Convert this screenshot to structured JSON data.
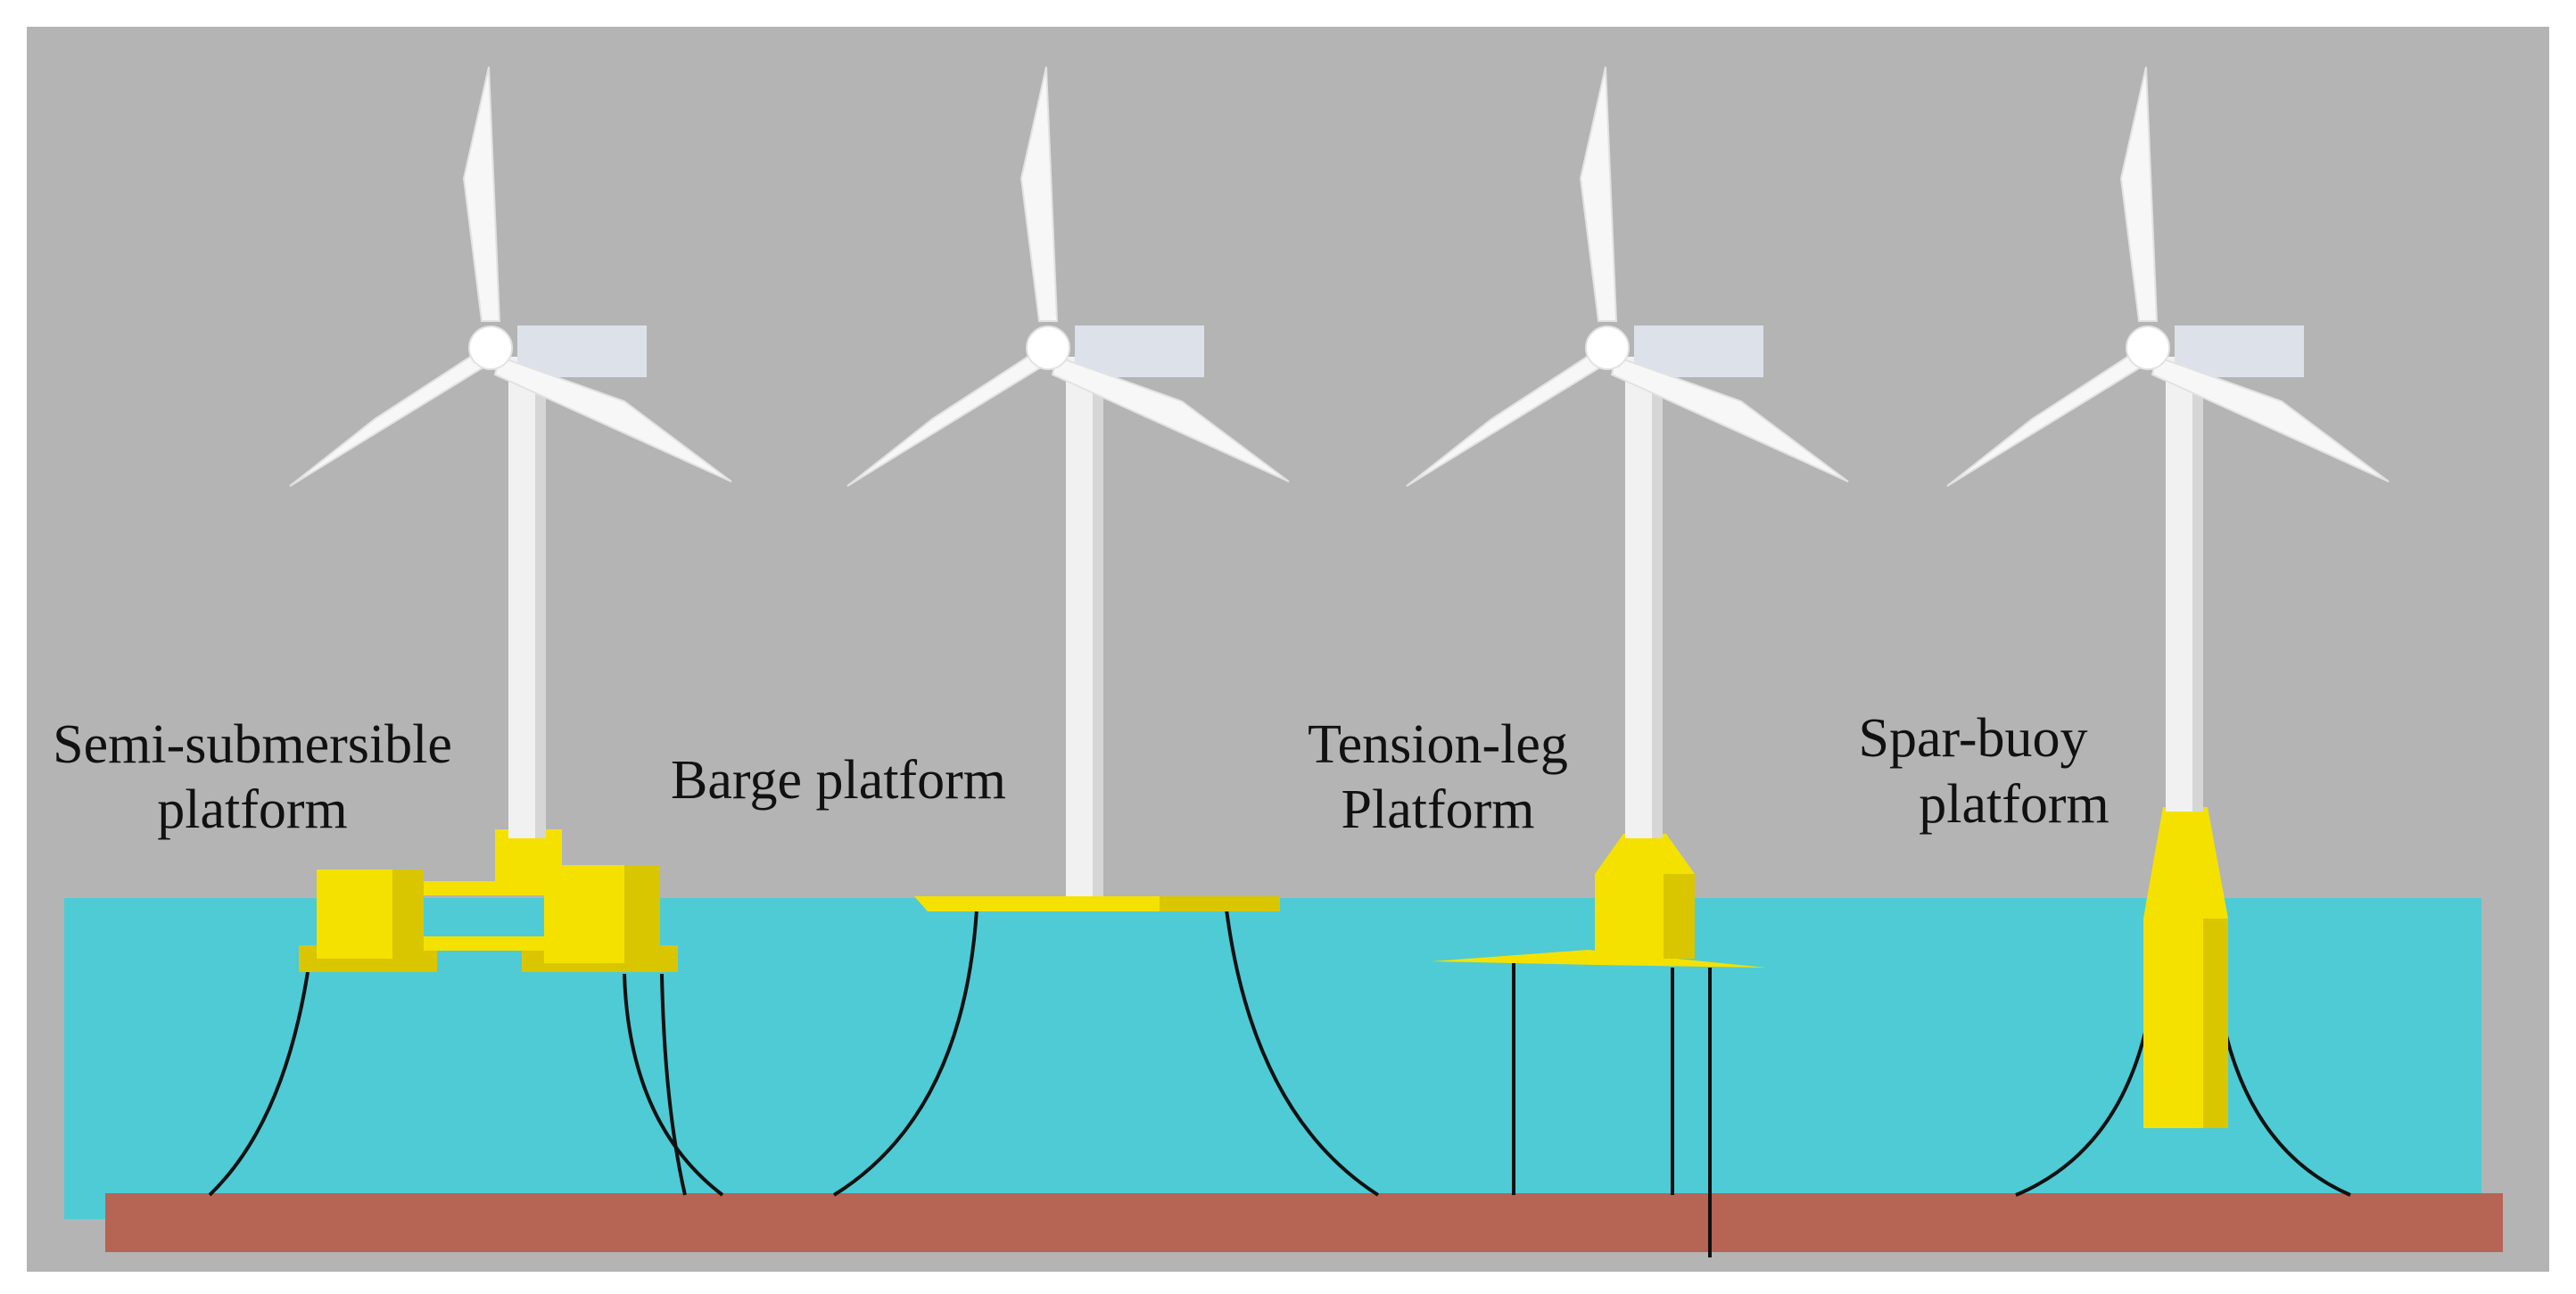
{
  "colors": {
    "sky": "#b3b4b3",
    "water": "#4ecbd5",
    "seabed": "#b66454",
    "platform": "#f5e100",
    "platform_shade": "#d9c600",
    "tower": "#f1f1f1",
    "nacelle": "#dde1ea",
    "mooring": "#111111"
  },
  "turbines": [
    {
      "id": "semi-submersible",
      "label_lines": [
        "Semi-submersible",
        "platform"
      ],
      "foundation": "semi-submersible-columns",
      "mooring": "catenary"
    },
    {
      "id": "barge",
      "label_lines": [
        "Barge platform"
      ],
      "foundation": "flat-barge",
      "mooring": "catenary"
    },
    {
      "id": "tension-leg",
      "label_lines": [
        "Tension-leg",
        "Platform"
      ],
      "foundation": "cylinder-with-spokes",
      "mooring": "vertical-tendons"
    },
    {
      "id": "spar-buoy",
      "label_lines": [
        "Spar-buoy",
        "platform"
      ],
      "foundation": "deep-spar",
      "mooring": "catenary"
    }
  ],
  "icons": {
    "rotor": "three-blade-rotor-icon",
    "nacelle": "nacelle-icon",
    "tower": "tower-icon"
  }
}
